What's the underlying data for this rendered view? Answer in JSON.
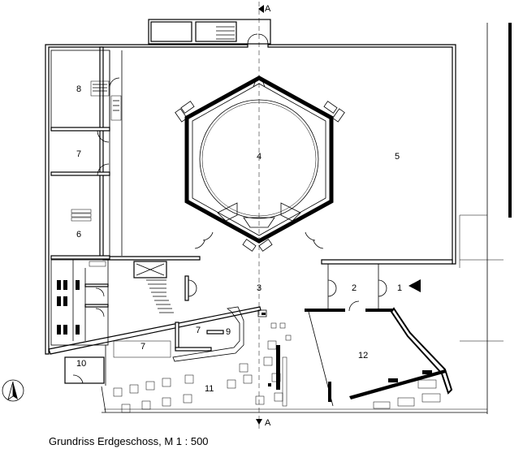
{
  "caption": "Grundriss Erdgeschoss, M 1 : 500",
  "section_marker": "A",
  "rooms": {
    "r1": "1",
    "r2": "2",
    "r3": "3",
    "r4": "4",
    "r5": "5",
    "r6": "6",
    "r7a": "7",
    "r7b": "7",
    "r7c": "7",
    "r8": "8",
    "r9": "9",
    "r10": "10",
    "r11": "11",
    "r12": "12"
  },
  "icons": {
    "north_arrow": "north-arrow-icon",
    "entrance": "entrance-arrow-icon"
  }
}
